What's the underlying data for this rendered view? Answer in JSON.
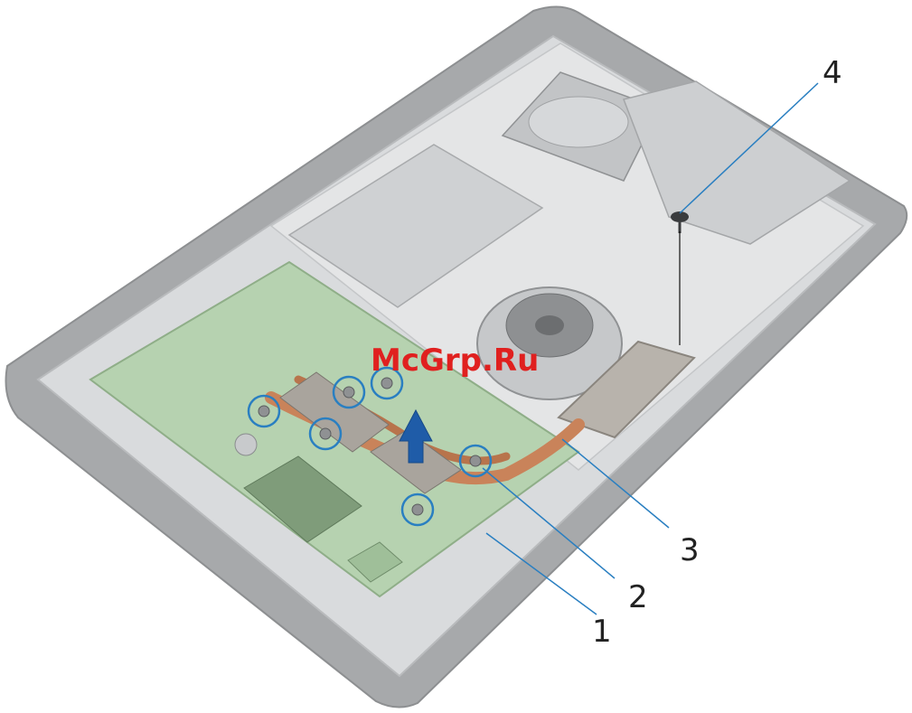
{
  "watermark": "McGrp.Ru",
  "callouts": [
    {
      "id": "1",
      "label": "1"
    },
    {
      "id": "2",
      "label": "2"
    },
    {
      "id": "3",
      "label": "3"
    },
    {
      "id": "4",
      "label": "4"
    }
  ],
  "colors": {
    "frame": "#a9abad",
    "chassis": "#dfe1e3",
    "board": "#b7d4b2",
    "copper": "#c9835a",
    "heatsink": "#b9b3ab",
    "callout_line": "#2a7fc1",
    "arrow": "#1f5ca8",
    "screw_ring": "#2a7fc1"
  },
  "icons": {
    "screw": "screw-icon",
    "lift_arrow": "arrow-up-icon"
  }
}
